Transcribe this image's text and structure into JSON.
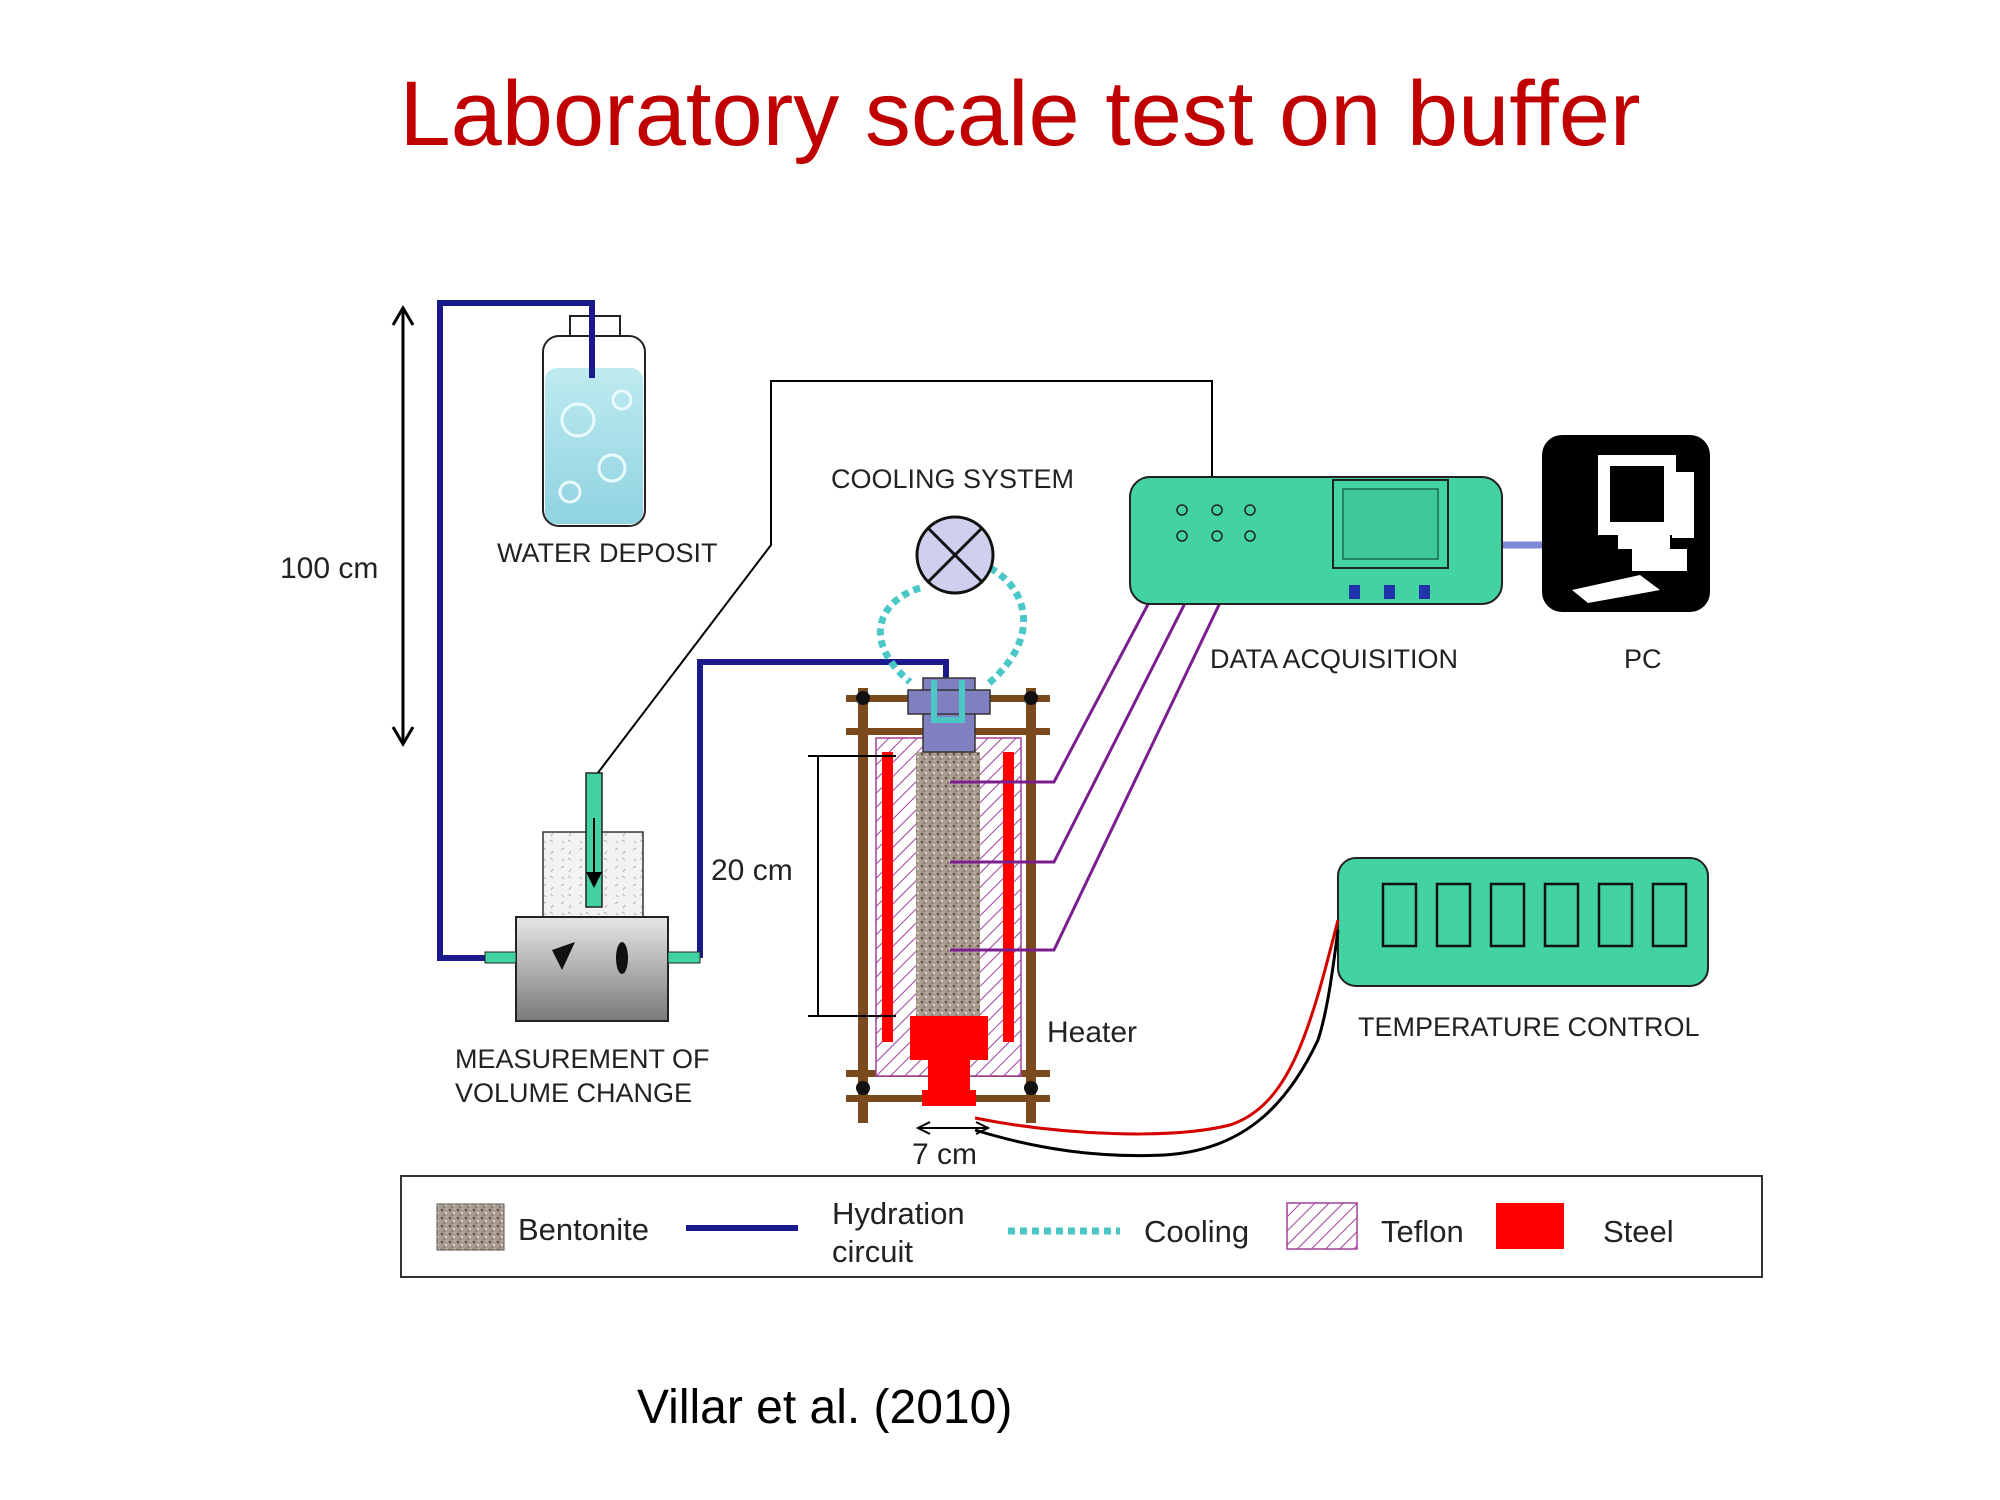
{
  "slide": {
    "title": "Laboratory scale test on buffer",
    "citation": "Villar et al. (2010)"
  },
  "diagram": {
    "labels": {
      "water_deposit": "WATER DEPOSIT",
      "cooling_system": "COOLING SYSTEM",
      "data_acquisition": "DATA ACQUISITION",
      "pc": "PC",
      "temperature_control": "TEMPERATURE CONTROL",
      "measurement_line1": "MEASUREMENT OF",
      "measurement_line2": "VOLUME CHANGE",
      "heater": "Heater"
    },
    "dimensions": {
      "height_total": "100 cm",
      "height_sample": "20 cm",
      "diameter": "7 cm"
    },
    "legend": [
      {
        "key": "bentonite",
        "label": "Bentonite"
      },
      {
        "key": "hydration",
        "label_line1": "Hydration",
        "label_line2": "circuit"
      },
      {
        "key": "cooling",
        "label": "Cooling"
      },
      {
        "key": "teflon",
        "label": "Teflon"
      },
      {
        "key": "steel",
        "label": "Steel"
      }
    ],
    "colors": {
      "title": "#c00000",
      "hydration_circuit": "#1a1a8c",
      "cooling_line": "#4cc7c7",
      "sensor_wires": "#7b1f8f",
      "equipment_fill": "#43d3a2",
      "steel": "#ff0000",
      "frame": "#7a4a1e"
    }
  }
}
